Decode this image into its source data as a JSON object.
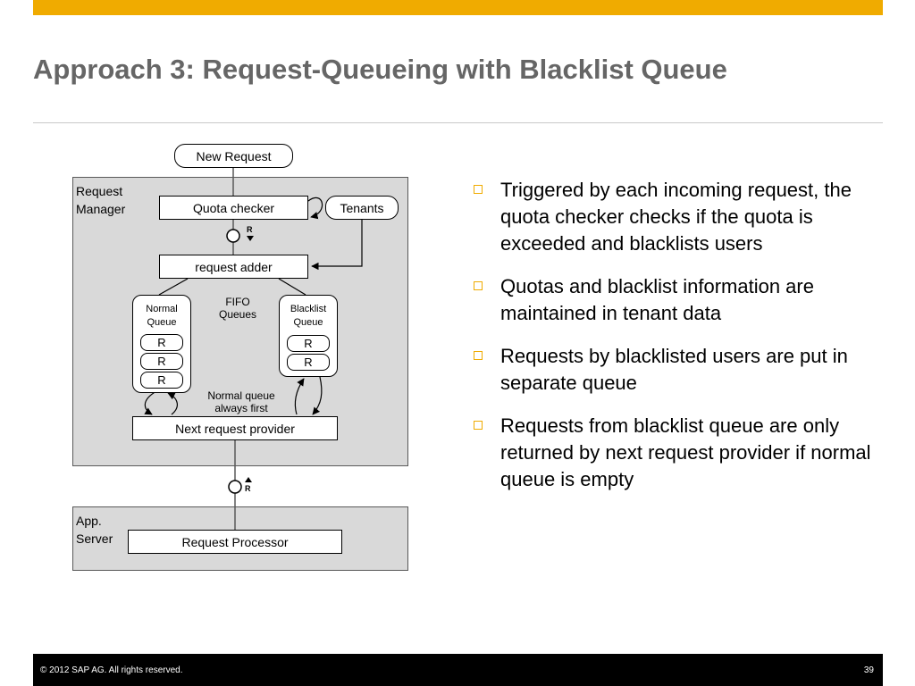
{
  "title": "Approach 3: Request-Queueing with Blacklist Queue",
  "colors": {
    "accent": "#f0ab00",
    "title": "#666666",
    "footer": "#000000",
    "region": "#d9d9d9"
  },
  "diagram": {
    "new_request": "New Request",
    "request_manager_label": "Request\nManager",
    "quota_checker": "Quota checker",
    "tenants": "Tenants",
    "request_adder": "request adder",
    "fifo_label": "FIFO\nQueues",
    "normal_queue": {
      "label": "Normal\nQueue",
      "items": [
        "R",
        "R",
        "R"
      ]
    },
    "blacklist_queue": {
      "label": "Blacklist\nQueue",
      "items": [
        "R",
        "R"
      ]
    },
    "normal_first_note": "Normal queue\nalways first",
    "next_request_provider": "Next request provider",
    "app_server_label": "App.\nServer",
    "request_processor": "Request Processor",
    "channel_label_1": "R",
    "channel_label_2": "R"
  },
  "bullets": [
    "Triggered by each incoming request, the quota checker checks if the quota is exceeded and blacklists users",
    "Quotas and blacklist information are maintained in tenant data",
    "Requests by blacklisted users are put in separate queue",
    "Requests from blacklist queue are only returned by next request provider if normal queue is empty"
  ],
  "footer": {
    "copyright": "©  2012 SAP AG. All rights reserved.",
    "page": "39"
  }
}
